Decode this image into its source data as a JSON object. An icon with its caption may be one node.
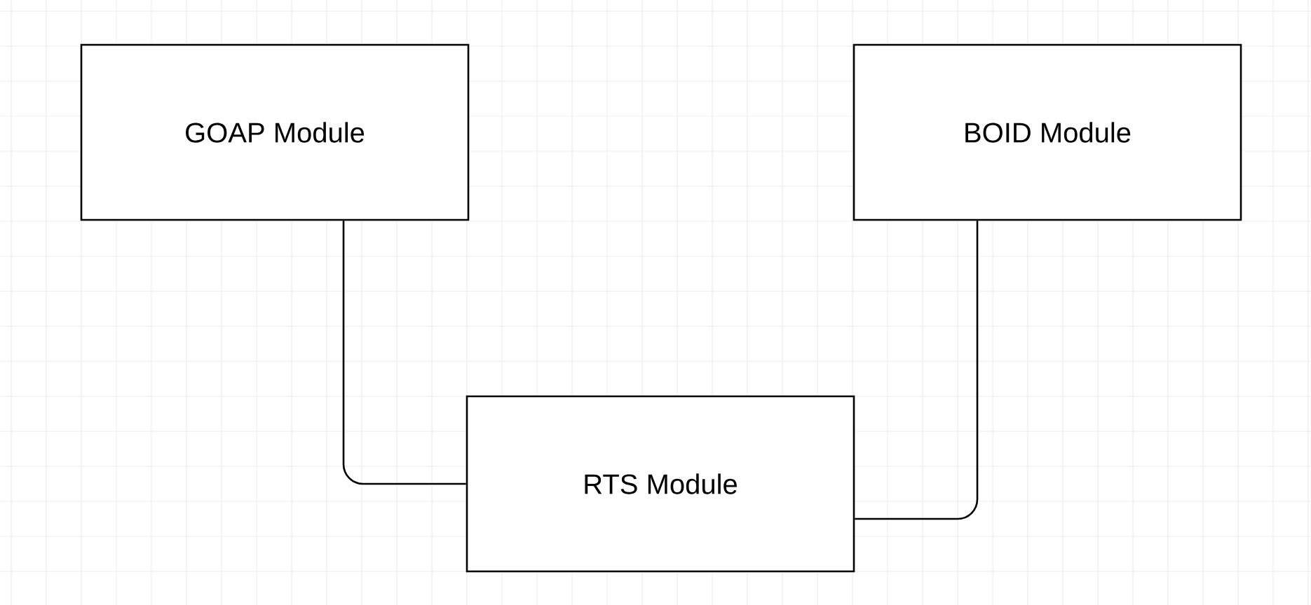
{
  "diagram": {
    "nodes": [
      {
        "text": [
          "GOAP Module"
        ]
      },
      {
        "text": [
          "BOID Module"
        ]
      },
      {
        "text": [
          "RTS Module"
        ]
      }
    ],
    "edges": [
      {
        "from": 0,
        "to": 2,
        "arrow": "none"
      },
      {
        "from": 1,
        "to": 2,
        "arrow": "none"
      }
    ]
  }
}
